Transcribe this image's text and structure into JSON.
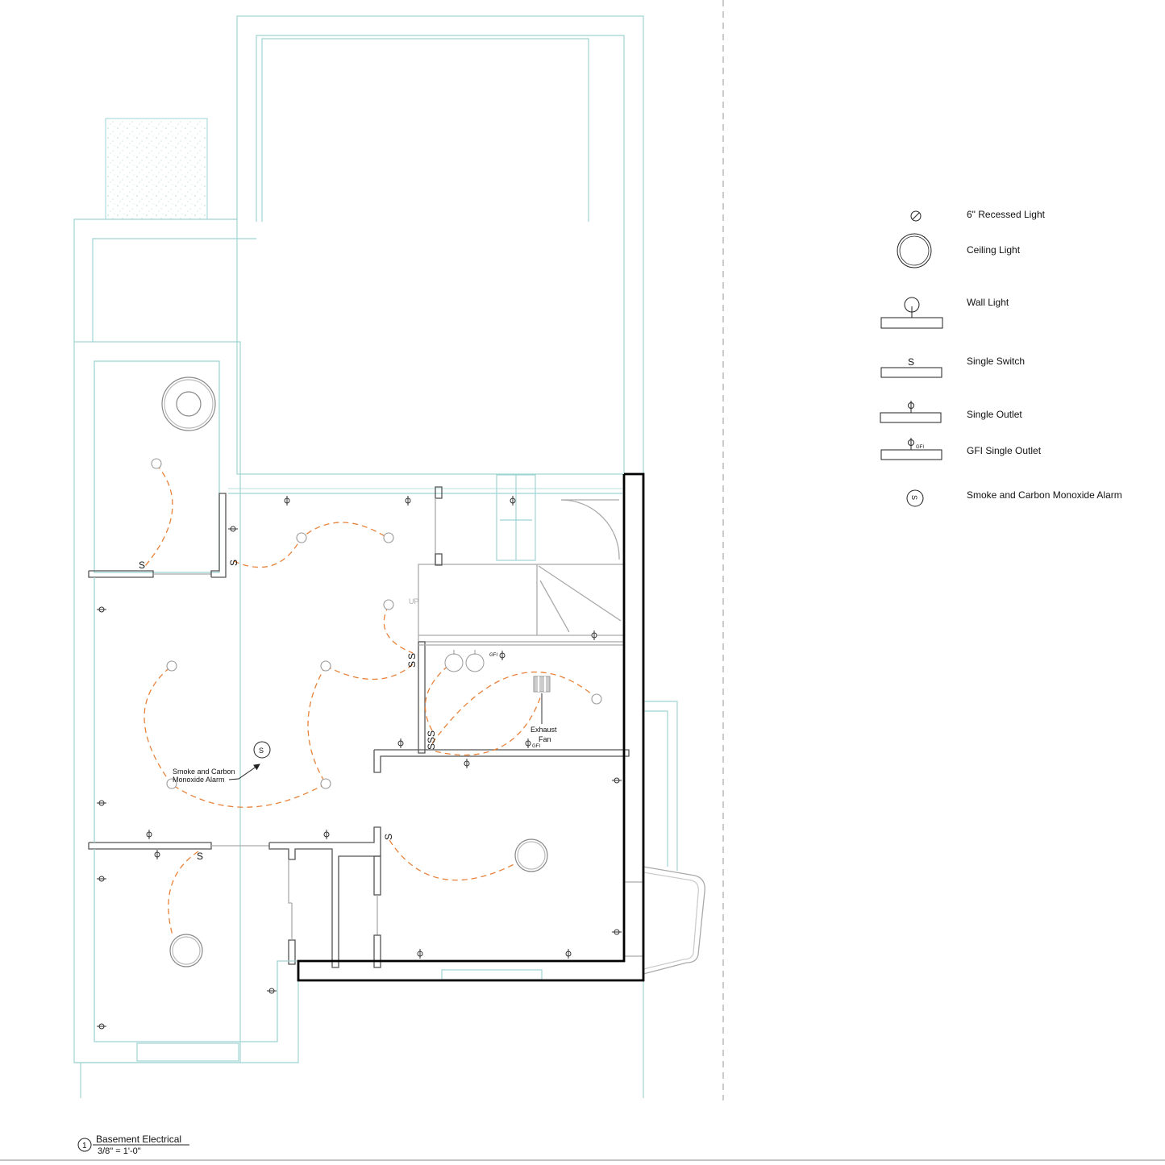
{
  "drawing": {
    "view_number": "1",
    "title": "Basement Electrical",
    "scale": "3/8\" = 1'-0\""
  },
  "legend": [
    {
      "symbol": "recessed-light",
      "label": "6\" Recessed Light"
    },
    {
      "symbol": "ceiling-light",
      "label": "Ceiling Light"
    },
    {
      "symbol": "wall-light",
      "label": "Wall Light"
    },
    {
      "symbol": "single-switch",
      "label": "Single Switch"
    },
    {
      "symbol": "single-outlet",
      "label": "Single Outlet"
    },
    {
      "symbol": "gfi-outlet",
      "label": "GFI Single Outlet"
    },
    {
      "symbol": "smoke-co-alarm",
      "label": "Smoke and Carbon Monoxide Alarm"
    }
  ],
  "symbols": {
    "switch_glyph": "S",
    "outlet_glyph": "φ",
    "gfi_tag": "GFI",
    "alarm_glyph": "S"
  },
  "annotations": {
    "stair_label": "UP",
    "exhaust_fan_line1": "Exhaust",
    "exhaust_fan_line2": "Fan",
    "alarm_line1": "Smoke and Carbon",
    "alarm_line2": "Monoxide Alarm"
  },
  "colors": {
    "wiring": "#e8823a",
    "existing": "#9fd4d4",
    "wall": "#555555",
    "outline": "#000000"
  }
}
